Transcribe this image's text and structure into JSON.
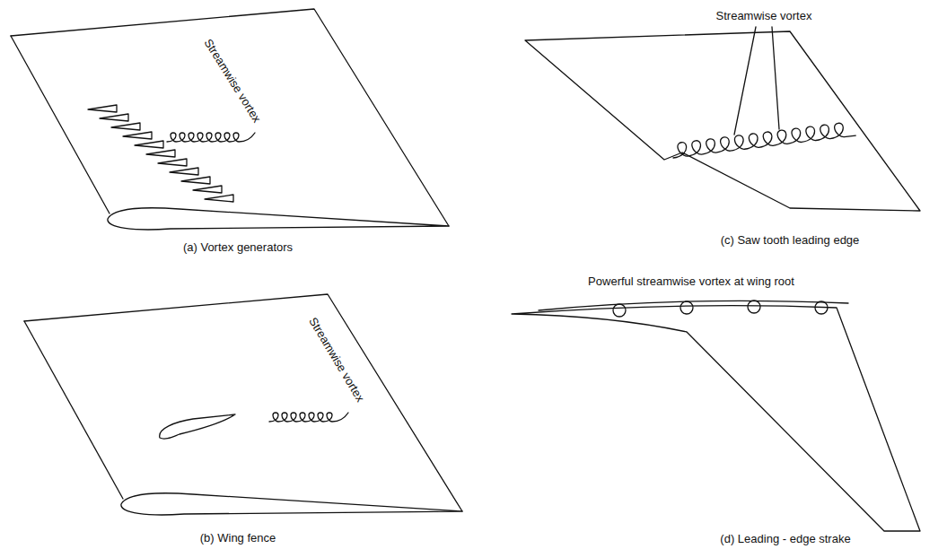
{
  "diagram": {
    "labels": [
      "Streamwise vortex",
      "(a) Vortex generators",
      "Streamwise vortex",
      "(b) Wing fence",
      "Streamwise vortex",
      "(c) Saw tooth leading edge",
      "Powerful streamwise vortex at wing root",
      "(d) Leading - edge strake"
    ]
  }
}
